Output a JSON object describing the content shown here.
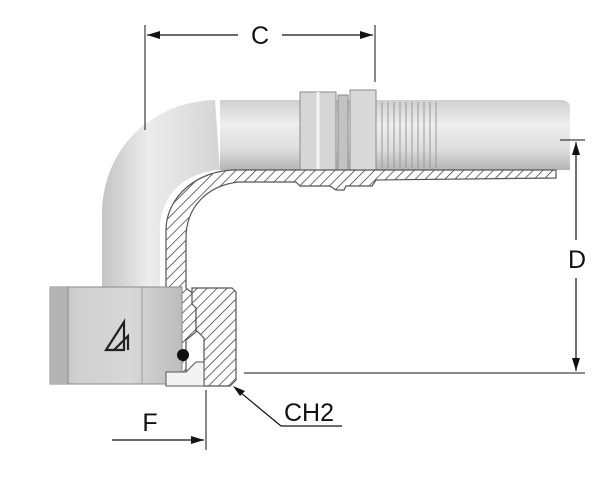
{
  "labels": {
    "dim_c": "C",
    "dim_d": "D",
    "dim_f": "F",
    "dim_ch2": "CH2"
  },
  "colors": {
    "body_light": "#e4e4e4",
    "body_mid": "#cfcfcf",
    "body_dark": "#a8a8a8",
    "nut": "#bdbdbd",
    "section_fill": "#ffffff",
    "hatch": "#222222",
    "dimension": "#111111"
  },
  "icons": {
    "logo": "manufacturer-logo-icon",
    "seal": "o-ring-seal-icon"
  }
}
